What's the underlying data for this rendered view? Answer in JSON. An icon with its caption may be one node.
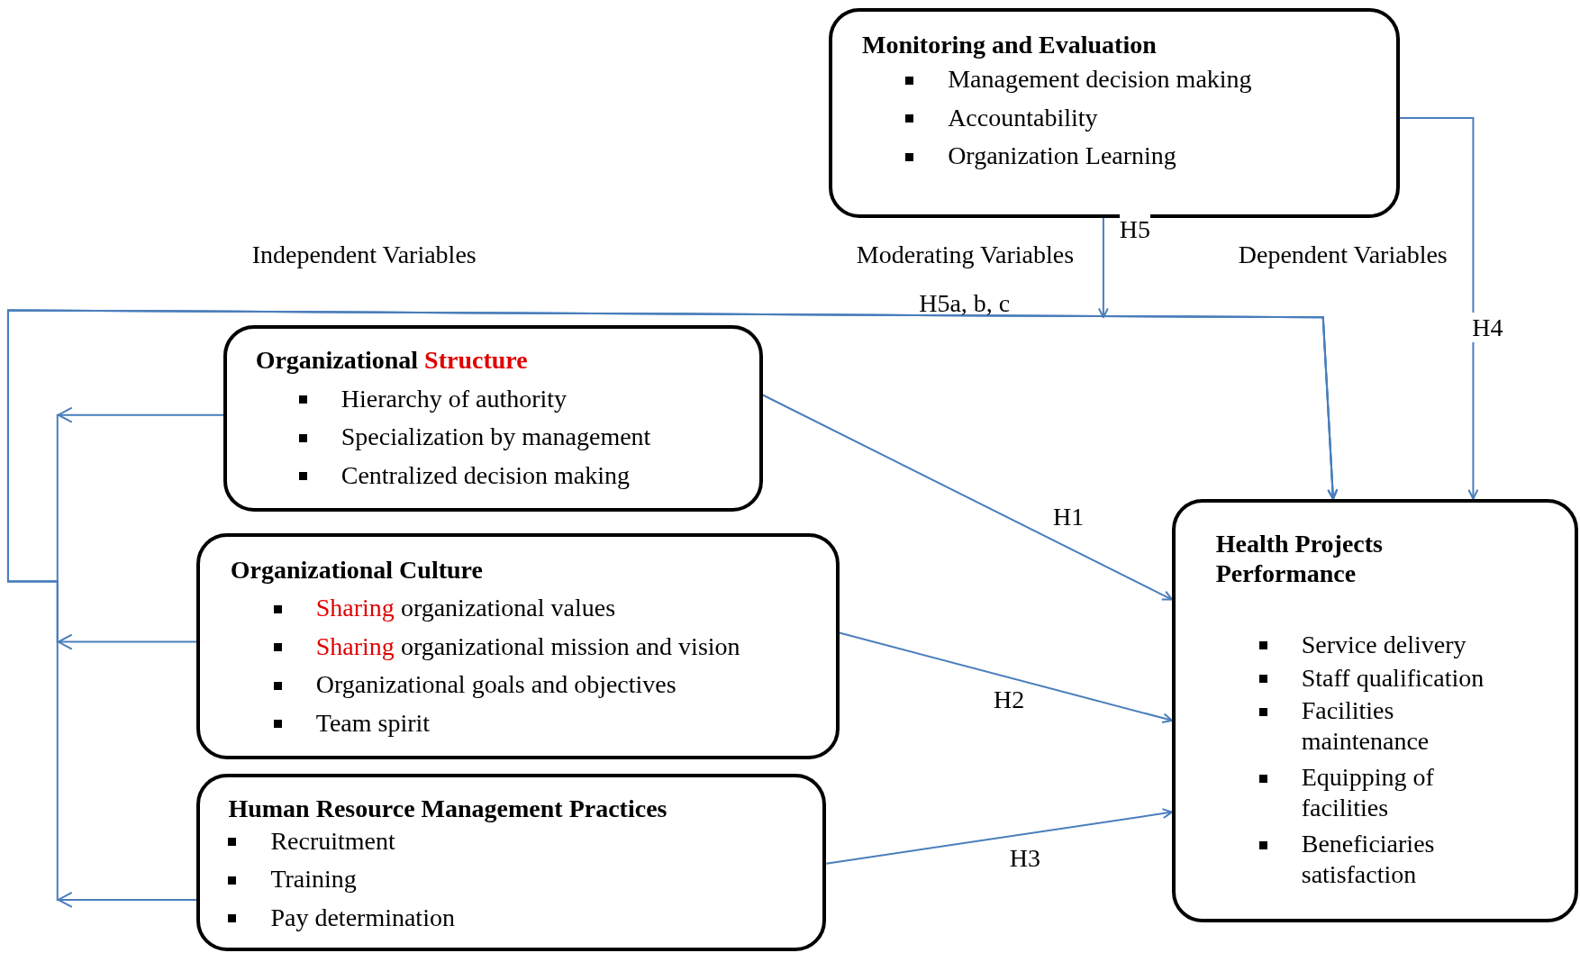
{
  "diagram": {
    "nodes": [
      {
        "text": [
          "Monitoring and Evaluation",
          "Management decision making",
          "Accountability",
          "Organization Learning"
        ]
      },
      {
        "text": [
          "Organizational Structure",
          "Hierarchy of authority",
          "Specialization by management",
          "Centralized decision making"
        ]
      },
      {
        "text": [
          "Organizational Culture",
          "Sharing organizational values",
          "Sharing organizational mission and vision",
          "Organizational goals and objectives",
          "Team spirit"
        ]
      },
      {
        "text": [
          "Human Resource Management Practices",
          "Recruitment",
          "Training",
          "Pay determination"
        ]
      },
      {
        "text": [
          "Health Projects Performance",
          "Service delivery",
          "Staff qualification",
          "Facilities maintenance",
          "Equipping of facilities",
          "Beneficiaries satisfaction"
        ]
      }
    ],
    "edges": [
      {
        "from": 1,
        "to": 4,
        "arrow": "to",
        "label": "H1"
      },
      {
        "from": 2,
        "to": 4,
        "arrow": "to",
        "label": "H2"
      },
      {
        "from": 3,
        "to": 4,
        "arrow": "to",
        "label": "H3"
      },
      {
        "from": 0,
        "to": 4,
        "arrow": "to",
        "label": "H4"
      },
      {
        "from": 0,
        "to": null,
        "arrow": "to",
        "label": "H5"
      },
      {
        "from": 1,
        "to": 4,
        "arrow": "to"
      },
      {
        "from": 2,
        "to": 4,
        "arrow": "to"
      },
      {
        "from": 3,
        "to": 4,
        "arrow": "to"
      }
    ],
    "labels": [
      "H5a, b, c",
      "Independent Variables",
      "Moderating Variables",
      "Dependent Variables"
    ]
  }
}
